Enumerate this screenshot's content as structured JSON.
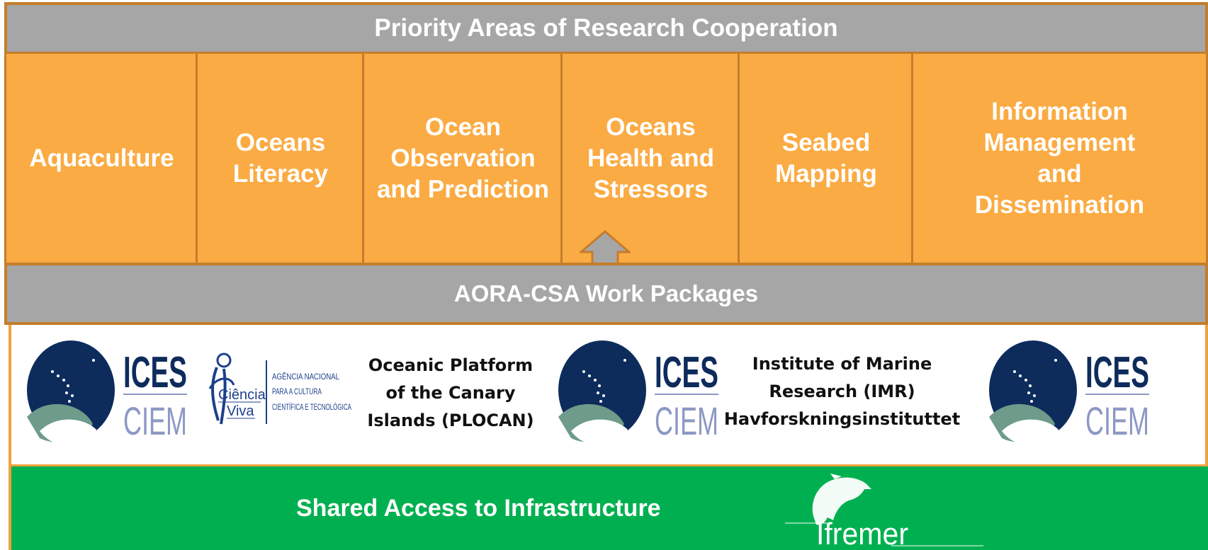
{
  "header": {
    "title": "Priority Areas of Research Cooperation"
  },
  "areas": [
    "Aquaculture",
    "Oceans Literacy",
    "Ocean Observation and Prediction",
    "Oceans Health and Stressors",
    "Seabed Mapping",
    "Information Management and Dissemination"
  ],
  "work_packages": {
    "title": "AORA-CSA Work Packages"
  },
  "partners": {
    "ices_logo_1": {
      "line1": "ICES",
      "line2": "CIEM"
    },
    "ciencia_viva": {
      "name_line1": "Ciência",
      "name_line2": "Viva",
      "agency_lines": [
        "AGÊNCIA NACIONAL",
        "PARA A CULTURA",
        "CIENTÍFICA E TECNOLÓGICA"
      ]
    },
    "plocan": {
      "lines": [
        "Oceanic Platform",
        "of the Canary",
        "Islands (PLOCAN)"
      ]
    },
    "ices_logo_2": {
      "line1": "ICES",
      "line2": "CIEM"
    },
    "imr": {
      "lines": [
        "Institute of  Marine",
        "Research (IMR)",
        "Havforskningsinstituttet"
      ]
    },
    "ices_logo_3": {
      "line1": "ICES",
      "line2": "CIEM"
    }
  },
  "infrastructure": {
    "label": "Shared Access to Infrastructure",
    "ifremer_logo_text": "Ifremer"
  },
  "colors": {
    "orange": "#fbab43",
    "orange_border": "#c47d2a",
    "gray": "#a6a6a6",
    "green": "#00b050",
    "ices_navy": "#0d2c5c",
    "ices_teal": "#6e9b8a",
    "ices_lavender": "#8d98c4"
  }
}
